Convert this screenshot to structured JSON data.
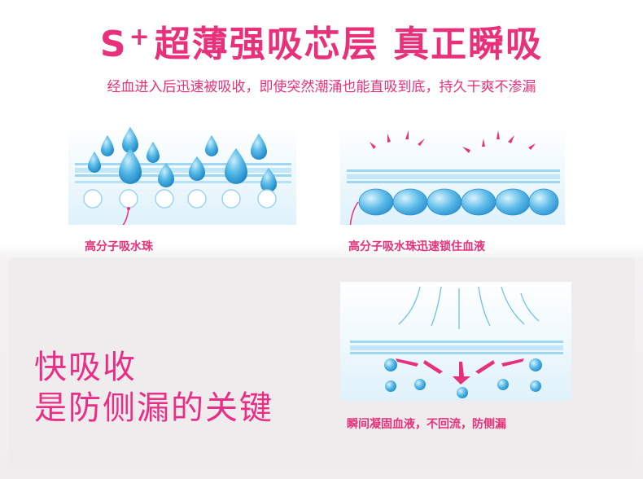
{
  "header": {
    "brand_letter": "S",
    "brand_plus": "+",
    "title_text": "超薄强吸芯层 真正瞬吸",
    "subtitle": "经血进入后迅速被吸收，即使突然潮涌也能直吸到底，持久干爽不渗漏"
  },
  "panels": [
    {
      "caption": "高分子吸水珠"
    },
    {
      "caption": "高分子吸水珠迅速锁住血液"
    },
    {
      "caption": "瞬间凝固血液，不回流，防侧漏"
    }
  ],
  "slogan": {
    "line1": "快吸收",
    "line2": "是防侧漏的关键"
  },
  "colors": {
    "accent": "#e8317a",
    "drop_blue": "#3fa7d8",
    "bead_blue": "#4fb4e6",
    "panel_bg": "#e8f6fc"
  },
  "icons": [
    "water-drop-icon",
    "absorbent-bead-icon",
    "splash-mark-icon",
    "flow-arrow-icon"
  ]
}
